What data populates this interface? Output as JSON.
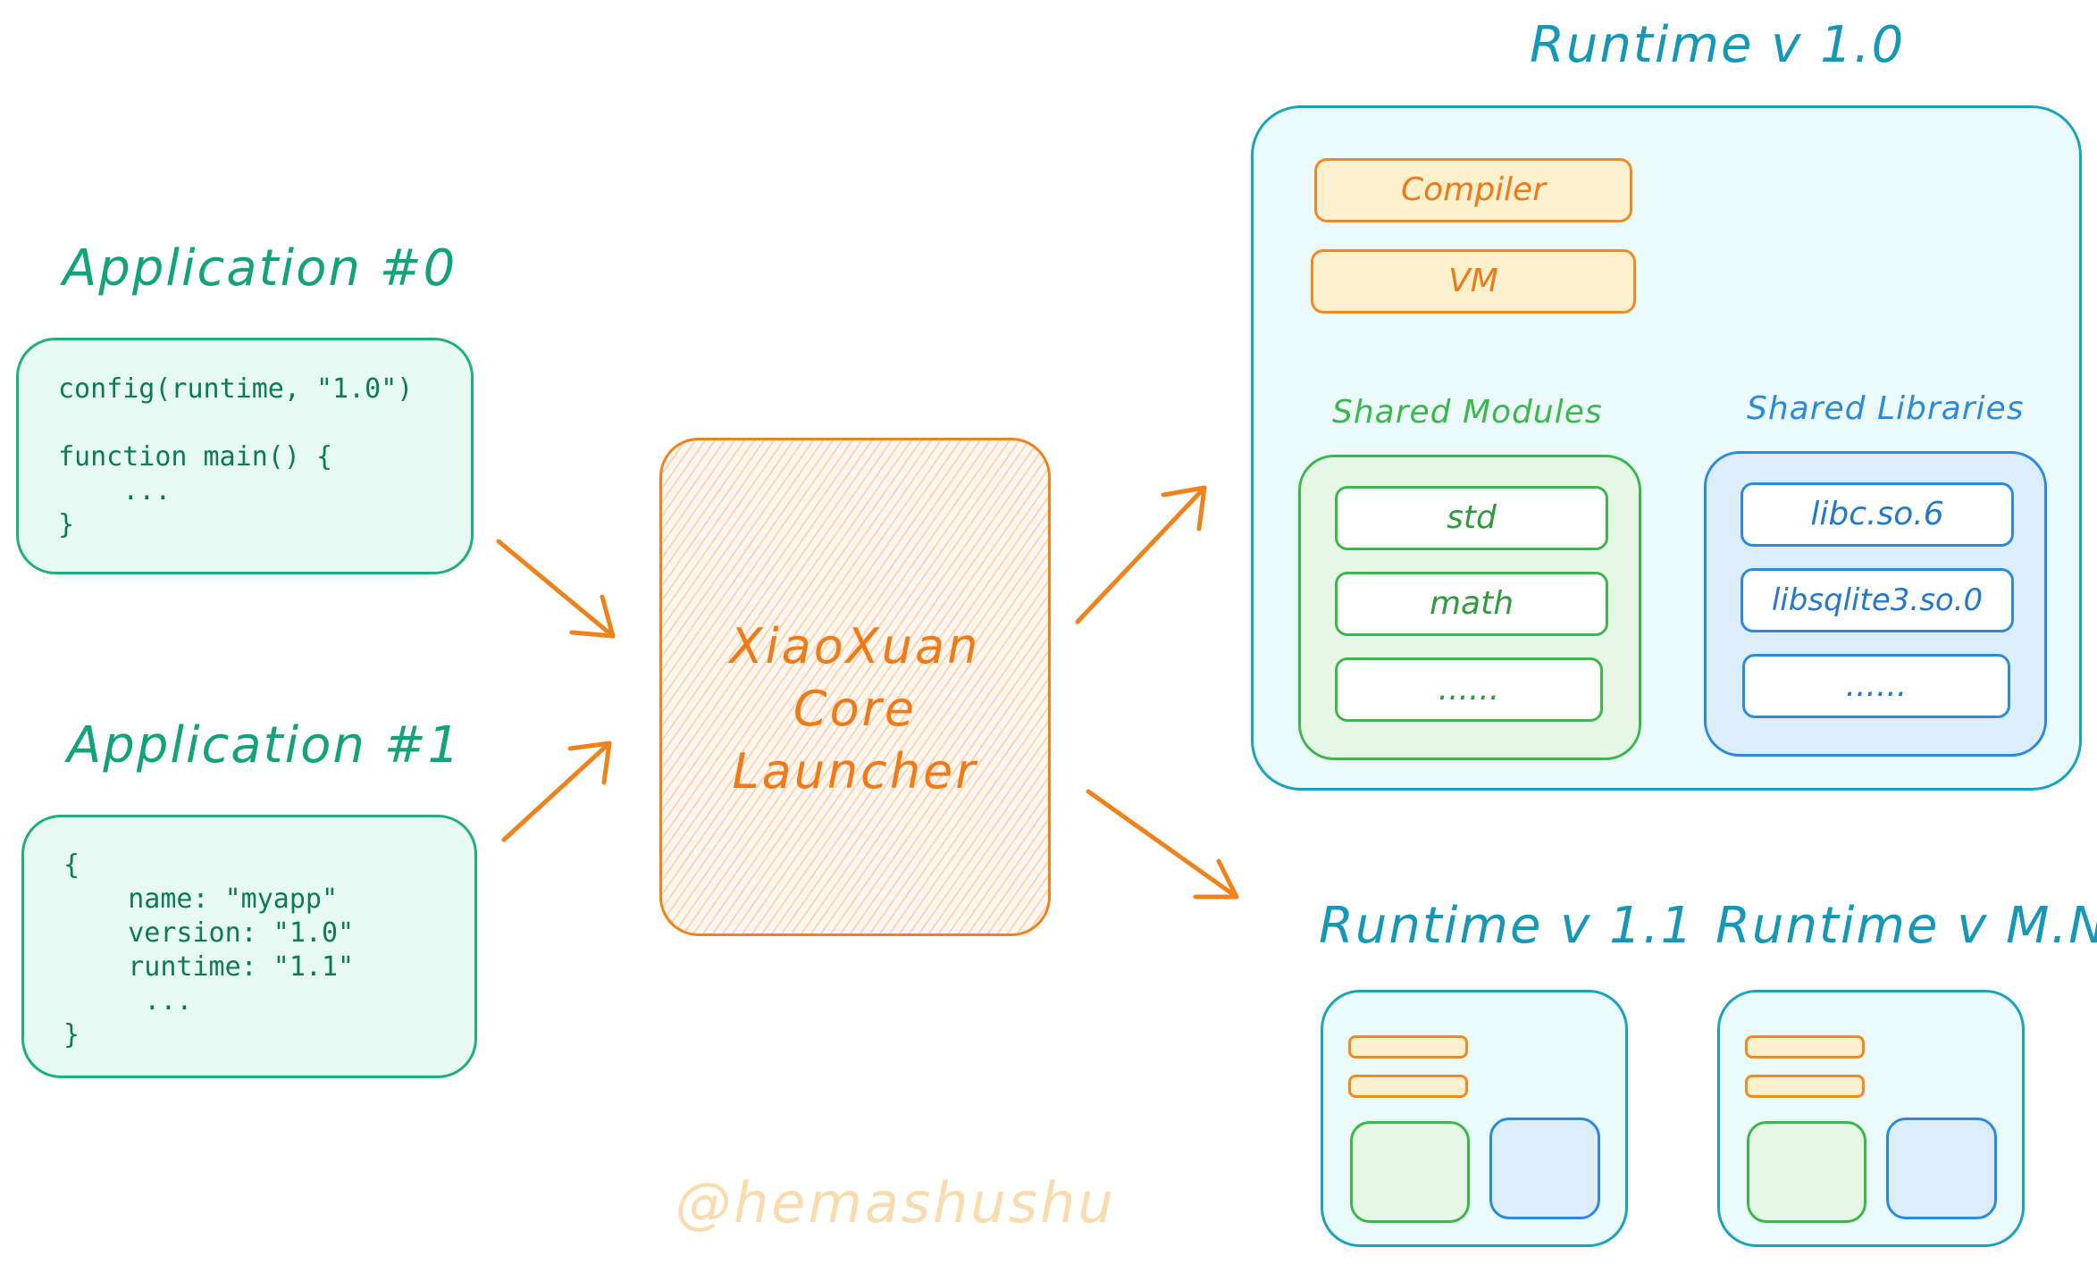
{
  "app0": {
    "title": "Application #0",
    "code": "config(runtime, \"1.0\")\n\nfunction main() {\n    ...\n}"
  },
  "app1": {
    "title": "Application #1",
    "code": "{\n    name: \"myapp\"\n    version: \"1.0\"\n    runtime: \"1.1\"\n     ...\n}"
  },
  "launcher": {
    "line1": "XiaoXuan Core",
    "line2": "Launcher"
  },
  "runtime_main": {
    "title": "Runtime v 1.0",
    "compiler": "Compiler",
    "vm": "VM",
    "shared_modules": {
      "label": "Shared Modules",
      "items": [
        "std",
        "math",
        "......"
      ]
    },
    "shared_libraries": {
      "label": "Shared Libraries",
      "items": [
        "libc.so.6",
        "libsqlite3.so.0",
        "......"
      ]
    }
  },
  "runtime_11": {
    "title": "Runtime v 1.1"
  },
  "runtime_mn": {
    "title": "Runtime v M.N"
  },
  "watermark": "@hemashushu",
  "colors": {
    "green": "#1fae7f",
    "orange": "#f0821b",
    "teal": "#1aa3be",
    "module_green": "#3bb84a",
    "library_blue": "#2b8ae0"
  }
}
